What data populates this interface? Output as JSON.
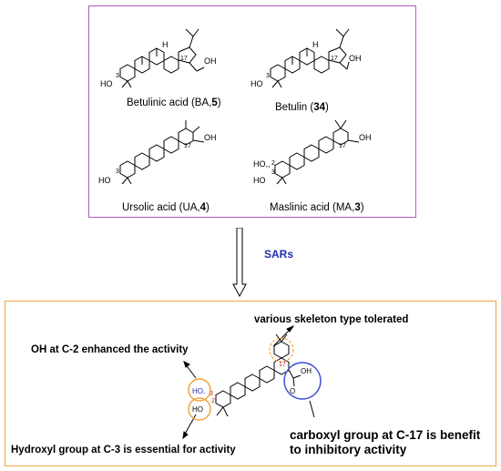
{
  "compounds": [
    {
      "name": "Betulinic acid (BA,",
      "num": "5",
      "close": ")",
      "oh": "HO",
      "c3": "3",
      "c17": "17",
      "acid": "OH",
      "h": "H"
    },
    {
      "name": "Betulin (",
      "num": "34",
      "close": ")",
      "oh": "HO",
      "c3": "3",
      "c17": "17",
      "ch2oh": "OH",
      "h": "H"
    },
    {
      "name": "Ursolic acid (UA,",
      "num": "4",
      "close": ")",
      "oh": "HO",
      "c3": "3",
      "c17": "17",
      "acid": "OH"
    },
    {
      "name": "Maslinic acid (MA,",
      "num": "3",
      "close": ")",
      "oh2": "HO,,",
      "oh": "HO",
      "c2": "2",
      "c3": "3",
      "c17": "17",
      "acid": "OH"
    }
  ],
  "sars_label": "SARs",
  "sar": {
    "skeleton": "various skeleton type tolerated",
    "c2": "OH at C-2 enhanced the activity",
    "c3": "Hydroxyl group at C-3 is essential for activity",
    "c17_line1": "carboxyl group at C-17 is benefit",
    "c17_line2": "to inhibitory activity",
    "mol_ho2": "HO,",
    "mol_ho": "HO",
    "mol_2": "2",
    "mol_3": "3",
    "mol_17": "17",
    "mol_oh": "OH",
    "mol_o": "O"
  },
  "colors": {
    "top_border": "#b45bc4",
    "bottom_border": "#f0a640",
    "sars": "#1f2fb5",
    "circle_blue": "#3d4fd6",
    "circle_orange": "#f0a640",
    "label_red": "#d42020"
  }
}
